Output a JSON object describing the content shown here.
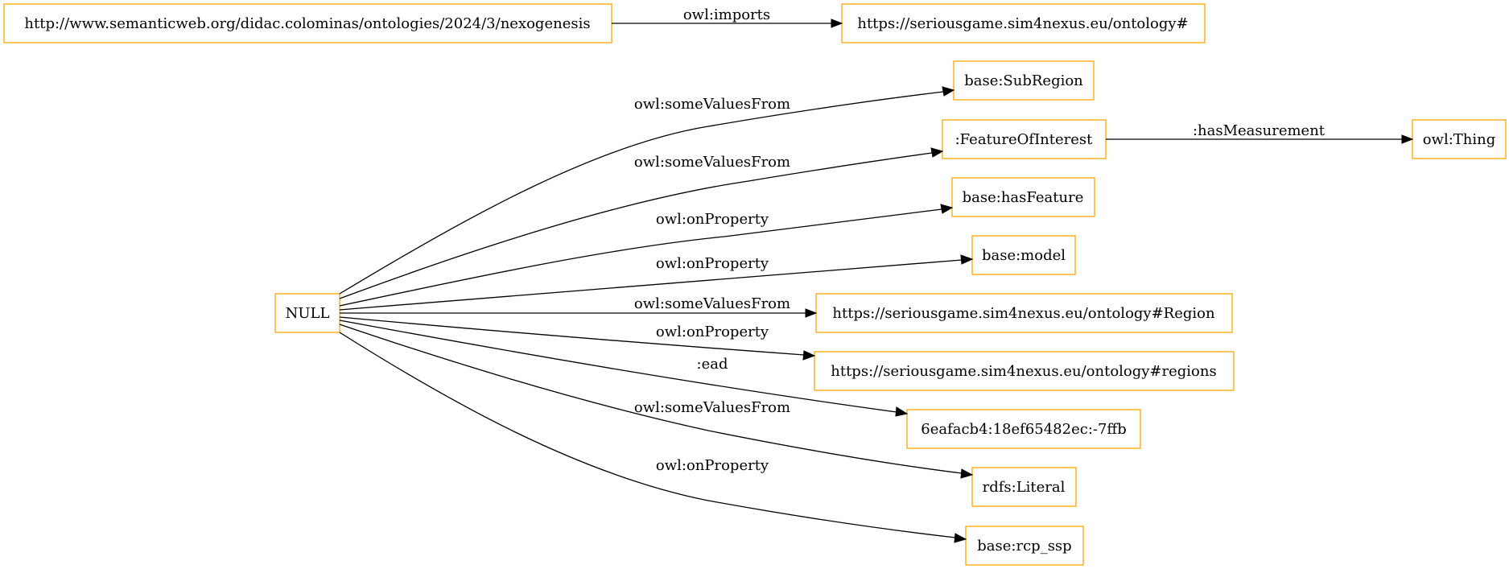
{
  "nodes": {
    "nexogenesis": "http://www.semanticweb.org/didac.colominas/ontologies/2024/3/nexogenesis",
    "sim4nexus": "https://seriousgame.sim4nexus.eu/ontology#",
    "subregion": "base:SubRegion",
    "featureOfInterest": ":FeatureOfInterest",
    "owlThing": "owl:Thing",
    "hasFeature": "base:hasFeature",
    "model": "base:model",
    "null": "NULL",
    "region": "https://seriousgame.sim4nexus.eu/ontology#Region",
    "regions": "https://seriousgame.sim4nexus.eu/ontology#regions",
    "blank": "6eafacb4:18ef65482ec:-7ffb",
    "literal": "rdfs:Literal",
    "rcpSsp": "base:rcp_ssp"
  },
  "edges": {
    "imports": "owl:imports",
    "toSubregion": "owl:someValuesFrom",
    "toFeature": "owl:someValuesFrom",
    "hasMeasurement": ":hasMeasurement",
    "toHasFeature": "owl:onProperty",
    "toModel": "owl:onProperty",
    "toRegion": "owl:someValuesFrom",
    "toRegions": "owl:onProperty",
    "toBlank": ":ead",
    "toLiteral": "owl:someValuesFrom",
    "toRcpSsp": "owl:onProperty"
  },
  "colors": {
    "node_border": "#ffa500",
    "edge": "#000000"
  }
}
